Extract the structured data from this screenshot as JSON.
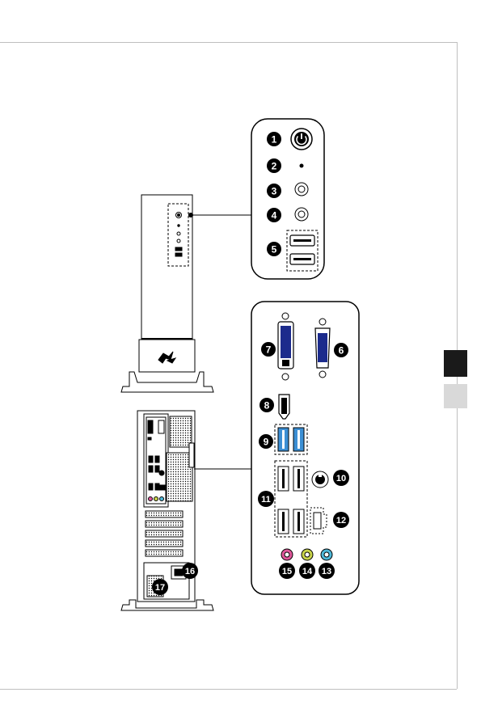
{
  "callouts": {
    "front": [
      "1",
      "2",
      "3",
      "4",
      "5"
    ],
    "rear": [
      "6",
      "7",
      "8",
      "9",
      "10",
      "11",
      "12",
      "13",
      "14",
      "15",
      "16",
      "17"
    ]
  },
  "colors": {
    "usb3_blue": "#3c8fd4",
    "audio_pink": "#e0579a",
    "audio_green": "#c9d44a",
    "audio_blue": "#4eb8d8",
    "tab_active": "#1a1a1a",
    "tab_inactive": "#d9d9d9"
  }
}
